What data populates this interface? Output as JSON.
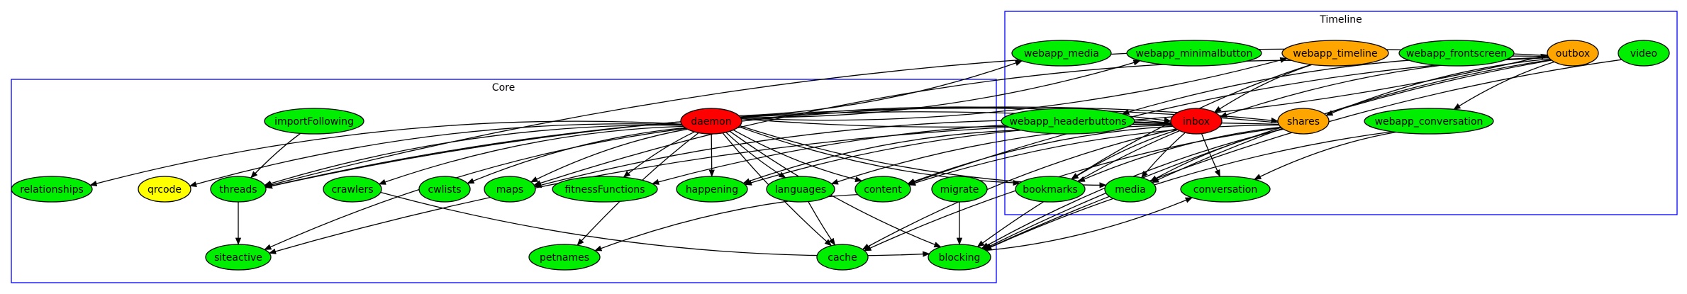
{
  "clusters": [
    {
      "id": "timeline",
      "label": "Timeline"
    },
    {
      "id": "core",
      "label": "Core"
    }
  ],
  "colors": {
    "green": "#00ee00",
    "red": "#ff0000",
    "orange": "#ffa500",
    "yellow": "#ffff00",
    "cluster_border": "#0000ff"
  },
  "nodes": [
    {
      "id": "webapp_media",
      "label": "webapp_media",
      "color": "green"
    },
    {
      "id": "webapp_minimalbutton",
      "label": "webapp_minimalbutton",
      "color": "green"
    },
    {
      "id": "webapp_timeline",
      "label": "webapp_timeline",
      "color": "orange"
    },
    {
      "id": "webapp_frontscreen",
      "label": "webapp_frontscreen",
      "color": "green"
    },
    {
      "id": "outbox",
      "label": "outbox",
      "color": "orange"
    },
    {
      "id": "video",
      "label": "video",
      "color": "green"
    },
    {
      "id": "webapp_headerbuttons",
      "label": "webapp_headerbuttons",
      "color": "green"
    },
    {
      "id": "inbox",
      "label": "inbox",
      "color": "red"
    },
    {
      "id": "shares",
      "label": "shares",
      "color": "orange"
    },
    {
      "id": "webapp_conversation",
      "label": "webapp_conversation",
      "color": "green"
    },
    {
      "id": "bookmarks",
      "label": "bookmarks",
      "color": "green"
    },
    {
      "id": "media",
      "label": "media",
      "color": "green"
    },
    {
      "id": "conversation",
      "label": "conversation",
      "color": "green"
    },
    {
      "id": "importFollowing",
      "label": "importFollowing",
      "color": "green"
    },
    {
      "id": "daemon",
      "label": "daemon",
      "color": "red"
    },
    {
      "id": "relationships",
      "label": "relationships",
      "color": "green"
    },
    {
      "id": "qrcode",
      "label": "qrcode",
      "color": "yellow"
    },
    {
      "id": "threads",
      "label": "threads",
      "color": "green"
    },
    {
      "id": "crawlers",
      "label": "crawlers",
      "color": "green"
    },
    {
      "id": "cwlists",
      "label": "cwlists",
      "color": "green"
    },
    {
      "id": "maps",
      "label": "maps",
      "color": "green"
    },
    {
      "id": "fitnessFunctions",
      "label": "fitnessFunctions",
      "color": "green"
    },
    {
      "id": "happening",
      "label": "happening",
      "color": "green"
    },
    {
      "id": "languages",
      "label": "languages",
      "color": "green"
    },
    {
      "id": "content",
      "label": "content",
      "color": "green"
    },
    {
      "id": "migrate",
      "label": "migrate",
      "color": "green"
    },
    {
      "id": "siteactive",
      "label": "siteactive",
      "color": "green"
    },
    {
      "id": "petnames",
      "label": "petnames",
      "color": "green"
    },
    {
      "id": "cache",
      "label": "cache",
      "color": "green"
    },
    {
      "id": "blocking",
      "label": "blocking",
      "color": "green"
    }
  ],
  "edges": [
    [
      "daemon",
      "webapp_media"
    ],
    [
      "daemon",
      "webapp_minimalbutton"
    ],
    [
      "daemon",
      "webapp_timeline"
    ],
    [
      "daemon",
      "outbox"
    ],
    [
      "daemon",
      "inbox"
    ],
    [
      "daemon",
      "shares"
    ],
    [
      "daemon",
      "threads"
    ],
    [
      "daemon",
      "relationships"
    ],
    [
      "daemon",
      "qrcode"
    ],
    [
      "daemon",
      "crawlers"
    ],
    [
      "daemon",
      "cwlists"
    ],
    [
      "daemon",
      "maps"
    ],
    [
      "daemon",
      "fitnessFunctions"
    ],
    [
      "daemon",
      "happening"
    ],
    [
      "daemon",
      "languages"
    ],
    [
      "daemon",
      "content"
    ],
    [
      "daemon",
      "bookmarks"
    ],
    [
      "daemon",
      "media"
    ],
    [
      "daemon",
      "siteactive"
    ],
    [
      "daemon",
      "petnames"
    ],
    [
      "daemon",
      "cache"
    ],
    [
      "daemon",
      "blocking"
    ],
    [
      "importFollowing",
      "threads"
    ],
    [
      "threads",
      "siteactive"
    ],
    [
      "crawlers",
      "blocking"
    ],
    [
      "languages",
      "cache"
    ],
    [
      "content",
      "petnames"
    ],
    [
      "migrate",
      "blocking"
    ],
    [
      "inbox",
      "threads"
    ],
    [
      "inbox",
      "maps"
    ],
    [
      "inbox",
      "happening"
    ],
    [
      "inbox",
      "languages"
    ],
    [
      "inbox",
      "content"
    ],
    [
      "inbox",
      "bookmarks"
    ],
    [
      "inbox",
      "media"
    ],
    [
      "inbox",
      "conversation"
    ],
    [
      "inbox",
      "cache"
    ],
    [
      "inbox",
      "blocking"
    ],
    [
      "inbox",
      "fitnessFunctions"
    ],
    [
      "shares",
      "threads"
    ],
    [
      "shares",
      "content"
    ],
    [
      "shares",
      "bookmarks"
    ],
    [
      "shares",
      "media"
    ],
    [
      "shares",
      "cache"
    ],
    [
      "shares",
      "blocking"
    ],
    [
      "shares",
      "siteactive"
    ],
    [
      "outbox",
      "threads"
    ],
    [
      "outbox",
      "inbox"
    ],
    [
      "outbox",
      "shares"
    ],
    [
      "outbox",
      "webapp_headerbuttons"
    ],
    [
      "outbox",
      "webapp_conversation"
    ],
    [
      "outbox",
      "media"
    ],
    [
      "outbox",
      "content"
    ],
    [
      "outbox",
      "blocking"
    ],
    [
      "webapp_timeline",
      "inbox"
    ],
    [
      "webapp_timeline",
      "bookmarks"
    ],
    [
      "webapp_timeline",
      "maps"
    ],
    [
      "webapp_headerbuttons",
      "happening"
    ],
    [
      "webapp_conversation",
      "conversation"
    ],
    [
      "webapp_conversation",
      "blocking"
    ],
    [
      "video",
      "blocking"
    ],
    [
      "blocking",
      "conversation"
    ]
  ]
}
